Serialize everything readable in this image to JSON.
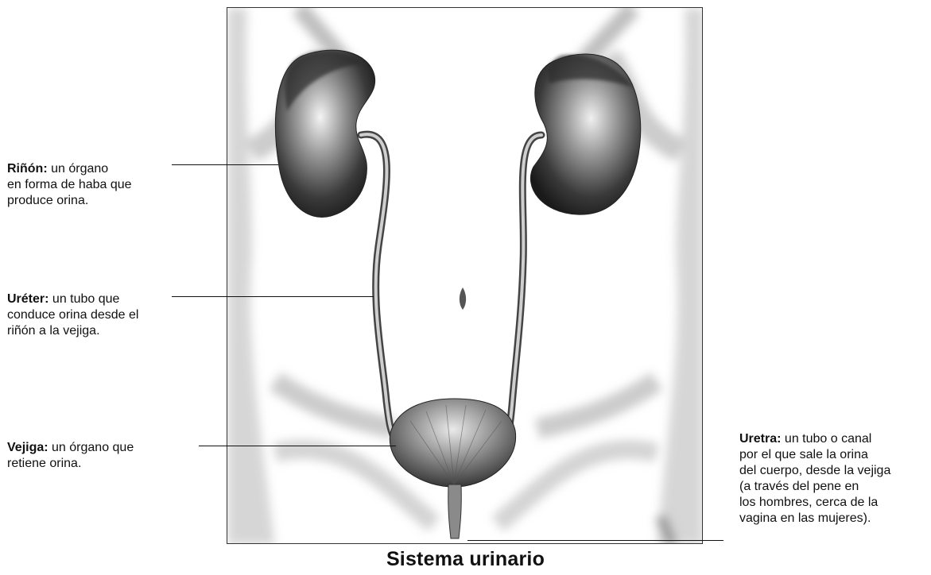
{
  "title": "Sistema urinario",
  "labels": {
    "kidney": {
      "term": "Riñón:",
      "lines": [
        " un órgano",
        "en forma de haba que",
        "produce orina."
      ]
    },
    "ureter": {
      "term": "Uréter:",
      "lines": [
        " un tubo que",
        "conduce orina desde el",
        "riñón a la vejiga."
      ]
    },
    "bladder": {
      "term": "Vejiga:",
      "lines": [
        " un órgano que",
        "retiene orina."
      ]
    },
    "urethra": {
      "term": "Uretra:",
      "lines": [
        " un tubo o canal",
        "por el que sale la orina",
        "del cuerpo, desde la vejiga",
        "(a través del pene en",
        "los hombres, cerca de la",
        "vagina en las mujeres)."
      ]
    }
  }
}
